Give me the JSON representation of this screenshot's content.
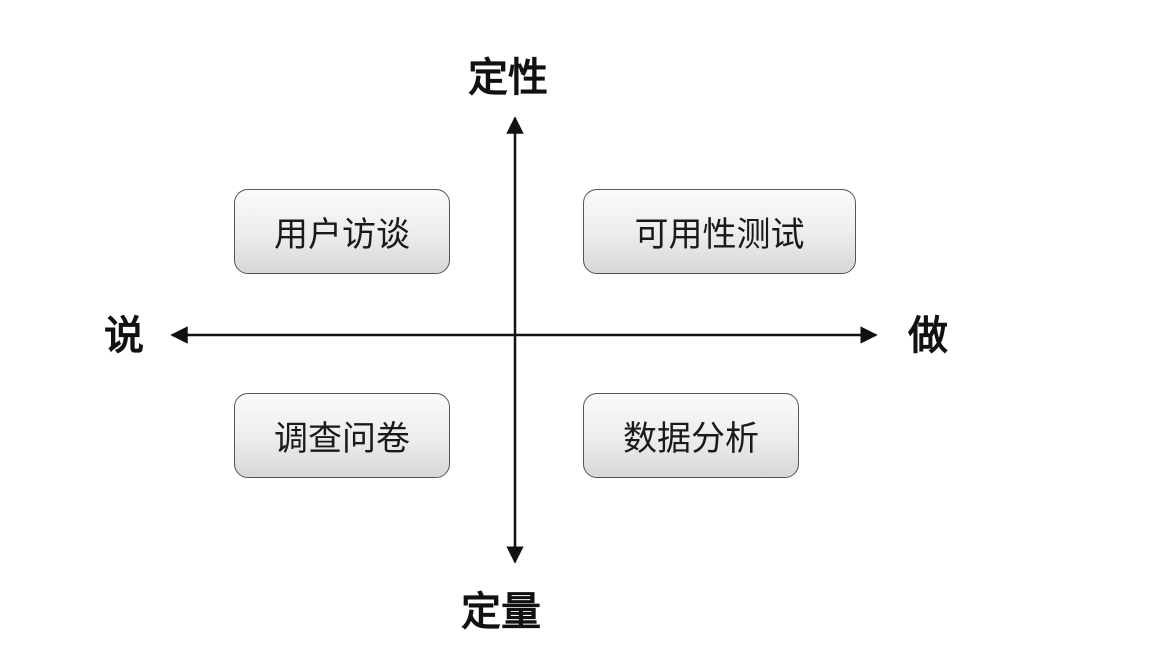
{
  "axes": {
    "top_label": "定性",
    "bottom_label": "定量",
    "left_label": "说",
    "right_label": "做"
  },
  "quadrants": {
    "top_left": "用户访谈",
    "top_right": "可用性测试",
    "bottom_left": "调查问卷",
    "bottom_right": "数据分析"
  },
  "colors": {
    "axis": "#111111",
    "box_border": "#555555",
    "box_fill_top": "#fbfbfb",
    "box_fill_bottom": "#d7d7d7"
  }
}
